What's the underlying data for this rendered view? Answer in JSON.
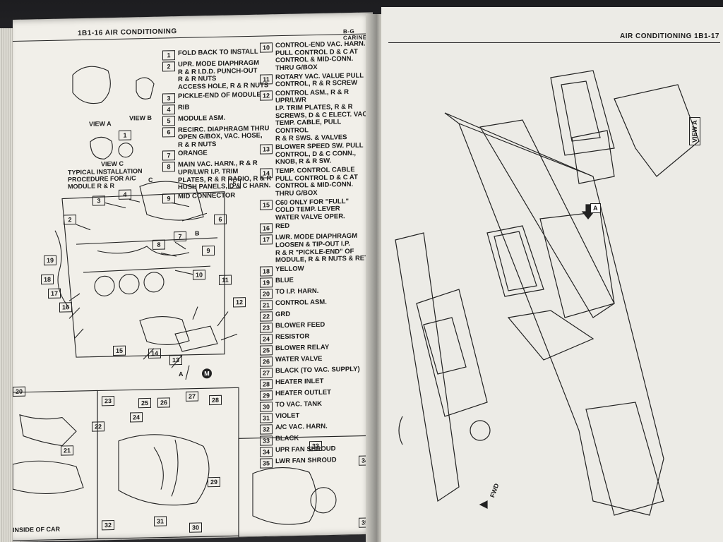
{
  "left_page": {
    "header_left": "1B1-16 AIR CONDITIONING",
    "header_right": "B-G CARINE",
    "view_labels": {
      "view_a": "VIEW A",
      "view_b": "VIEW B",
      "view_c": "VIEW C"
    },
    "caption": "TYPICAL INSTALLATION\nPROCEDURE FOR A/C\nMODULE R & R",
    "inset_caption": "INSIDE OF CAR",
    "legend_col1": [
      {
        "n": "1",
        "t": "FOLD BACK TO INSTALL"
      },
      {
        "n": "2",
        "t": "UPR. MODE DIAPHRAGM\nR & R I.D.D. PUNCH-OUT\nR & R NUTS\nACCESS HOLE, R & R NUTS"
      },
      {
        "n": "3",
        "t": "PICKLE-END OF MODULE"
      },
      {
        "n": "4",
        "t": "RIB"
      },
      {
        "n": "5",
        "t": "MODULE ASM."
      },
      {
        "n": "6",
        "t": "RECIRC. DIAPHRAGM THRU\nOPEN G/BOX, VAC. HOSE,\nR & R NUTS"
      },
      {
        "n": "7",
        "t": "ORANGE"
      },
      {
        "n": "8",
        "t": "MAIN VAC. HARN., R & R\nUPR/LWR I.P. TRIM\nPLATES, R & R RADIO, R & R\nHUSH PANELS, D & C HARN."
      },
      {
        "n": "9",
        "t": "MID CONNECTOR"
      }
    ],
    "legend_col2": [
      {
        "n": "10",
        "t": "CONTROL-END VAC. HARN.\nPULL CONTROL D & C AT\nCONTROL & MID-CONN.\nTHRU G/BOX"
      },
      {
        "n": "11",
        "t": "ROTARY VAC. VALUE PULL\nCONTROL, R & R SCREW"
      },
      {
        "n": "12",
        "t": "CONTROL ASM., R & R UPR/LWR\nI.P. TRIM PLATES, R & R\nSCREWS, D & C ELECT. VAC.\nTEMP. CABLE, PULL CONTROL\nR & R SWS. & VALVES"
      },
      {
        "n": "13",
        "t": "BLOWER SPEED SW. PULL\nCONTROL, D & C CONN.,\nKNOB, R & R SW."
      },
      {
        "n": "14",
        "t": "TEMP. CONTROL CABLE\nPULL CONTROL D & C AT\nCONTROL & MID-CONN.\nTHRU G/BOX"
      },
      {
        "n": "15",
        "t": "C60 ONLY FOR \"FULL\"\nCOLD TEMP. LEVER\nWATER VALVE OPER."
      },
      {
        "n": "16",
        "t": "RED"
      },
      {
        "n": "17",
        "t": "LWR. MODE DIAPHRAGM\nLOOSEN & TIP-OUT I.P.\nR & R \"PICKLE-END\" OF\nMODULE, R & R NUTS & RET"
      },
      {
        "n": "18",
        "t": "YELLOW"
      },
      {
        "n": "19",
        "t": "BLUE"
      },
      {
        "n": "20",
        "t": "TO I.P. HARN."
      },
      {
        "n": "21",
        "t": "CONTROL ASM."
      },
      {
        "n": "22",
        "t": "GRD"
      },
      {
        "n": "23",
        "t": "BLOWER FEED"
      },
      {
        "n": "24",
        "t": "RESISTOR"
      },
      {
        "n": "25",
        "t": "BLOWER RELAY"
      },
      {
        "n": "26",
        "t": "WATER VALVE"
      },
      {
        "n": "27",
        "t": "BLACK (TO VAC. SUPPLY)"
      },
      {
        "n": "28",
        "t": "HEATER INLET"
      },
      {
        "n": "29",
        "t": "HEATER OUTLET"
      },
      {
        "n": "30",
        "t": "TO VAC. TANK"
      },
      {
        "n": "31",
        "t": "VIOLET"
      },
      {
        "n": "32",
        "t": "A/C VAC. HARN."
      },
      {
        "n": "33",
        "t": "BLACK"
      },
      {
        "n": "34",
        "t": "UPR FAN SHROUD"
      },
      {
        "n": "35",
        "t": "LWR FAN SHROUD"
      }
    ],
    "callouts": [
      "1",
      "2",
      "3",
      "4",
      "5",
      "6",
      "7",
      "8",
      "9",
      "10",
      "11",
      "12",
      "13",
      "14",
      "15",
      "16",
      "17",
      "18",
      "19",
      "20",
      "21",
      "22",
      "23",
      "24",
      "25",
      "26",
      "27",
      "28",
      "29",
      "30",
      "31",
      "32",
      "33",
      "34",
      "35"
    ],
    "letters": {
      "a": "A",
      "b": "B",
      "c": "C",
      "m": "M"
    }
  },
  "right_page": {
    "header": "AIR CONDITIONING 1B1-17",
    "view_label": "VIEW A",
    "arrow_label": "A",
    "fwd": "FWD"
  }
}
